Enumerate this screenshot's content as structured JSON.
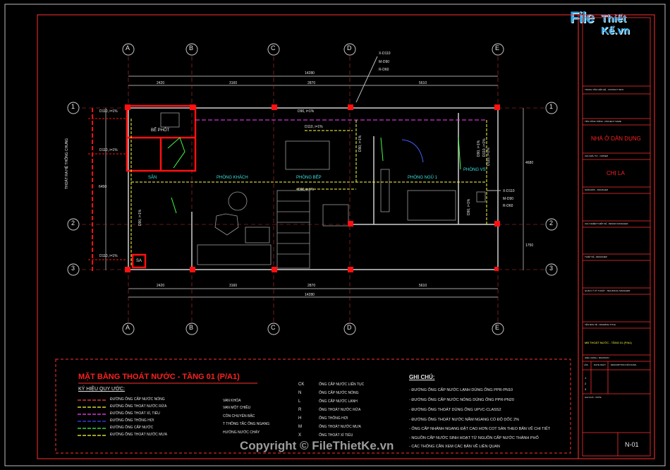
{
  "watermark": {
    "logo_file": "File",
    "logo_rest": "Thiết Kế.vn",
    "copyright": "Copyright © FileThietKe.vn"
  },
  "grid": {
    "columns": [
      "A",
      "B",
      "C",
      "D",
      "E"
    ],
    "rows": [
      "1",
      "2",
      "3"
    ],
    "top_total": "14280",
    "top_dims": [
      "2420",
      "3160",
      "2870",
      "5610"
    ],
    "bottom_total": "14280",
    "bottom_dims": [
      "2420",
      "3160",
      "2870",
      "5610"
    ],
    "right_dims": [
      "4680",
      "1750"
    ],
    "left_dims": [
      "6450"
    ]
  },
  "rooms": {
    "be_phot": "BỂ PHỐT",
    "san": "SÂN",
    "phong_khach": "PHÒNG KHÁCH",
    "phong_bep": "PHÒNG BẾP",
    "phong_ngu": "PHÒNG NGỦ 1",
    "phong_vs": "PHÒNG VS",
    "rear_drain": "THOÁT RA HỆ THỐNG CHUNG"
  },
  "pipe_labels": {
    "d110_a": "D110, i=1%",
    "d90_a": "D90, i=1%",
    "d110_b": "D110, i=1%",
    "d110_c": "D110, i=1%",
    "d110_d": "D110, i=1%",
    "d110_e": "D110, i=1%",
    "d60": "D60, i=1%",
    "d90_b": "D90, i=1%",
    "d90_c": "D90, i=1%",
    "d90_d": "D90, i=1%",
    "d110_f": "D110, i=1%",
    "d90_e": "D90, i=1%",
    "sa": "SA",
    "riser_top": [
      "X-D110",
      "M-D90",
      "R-D60"
    ],
    "riser_right": [
      "X-D110",
      "M-D90",
      "R-D60"
    ]
  },
  "title_block": {
    "company": "TRUNG TÂM LIÊN HỆ - CONTACT INFO",
    "project_label": "TÊN CÔNG TRÌNH - PROJECT NAME",
    "project_name": "NHÀ Ở DÂN DỤNG",
    "owner_label": "CHỦ ĐẦU TƯ - OWNER",
    "owner_name": "CHỊ LA",
    "manager_label": "GIÁM ĐỐC - MANAGER",
    "design_manager_label": "CHỦ NHIỆM THIẾT KẾ - DESIGN MANAGER",
    "designer_label": "THIẾT KẾ - DESIGNER",
    "technical_label": "QUẢN LÝ KỸ THUẬT - TECHNICAL MANAGER",
    "drawing_title_label": "TÊN BẢN VẼ - DRAWING TITLE",
    "drawing_title": "MB THOÁT NƯỚC - TẦNG 01 (P/A1)",
    "revision_label": "HIỆU CHỈNH - REVISION",
    "rev_headers": [
      "LẦN",
      "DATE NGÀY",
      "DESCRIPTION NỘI DUNG"
    ],
    "rev_rows": [
      "1",
      "2",
      "3"
    ],
    "notes_label": "GHI CHÚ - NOTE",
    "sheet_number": "N-01"
  },
  "legend": {
    "title": "MẶT BẰNG THOÁT NƯỚC - TẦNG 01 (P/A1)",
    "subtitle": "KÝ HIỆU QUY ƯỚC:",
    "lines": [
      {
        "label": "ĐƯỜNG ỐNG CẤP NƯỚC NÓNG",
        "color": "#ff4040"
      },
      {
        "label": "ĐƯỜNG ỐNG THOÁT NƯỚC RỬA",
        "color": "#ffff40"
      },
      {
        "label": "ĐƯỜNG ỐNG THOÁT XÍ, TIỂU",
        "color": "#ff40ff"
      },
      {
        "label": "ĐƯỜNG ỐNG THÔNG HƠI",
        "color": "#4040ff"
      },
      {
        "label": "ĐƯỜNG ỐNG CẤP NƯỚC",
        "color": "#40ff40"
      },
      {
        "label": "ĐƯỜNG ỐNG THOÁT NƯỚC MƯA",
        "color": "#ffff40"
      }
    ],
    "symbols": [
      "VAN KHÓA",
      "VAN MỘT CHIỀU",
      "CÔN CHUYỂN BẬC",
      "T THÔNG TẮC ỐNG NGANG",
      "HƯỚNG NƯỚC CHẢY"
    ],
    "codes": [
      {
        "code": "CK",
        "label": "ỐNG CẤP NƯỚC LIÊN TỤC"
      },
      {
        "code": "N",
        "label": "ỐNG CẤP NƯỚC NÓNG"
      },
      {
        "code": "L",
        "label": "ỐNG CẤP NƯỚC LẠNH"
      },
      {
        "code": "R",
        "label": "ỐNG THOÁT NƯỚC RỬA"
      },
      {
        "code": "H",
        "label": "ỐNG THÔNG HƠI"
      },
      {
        "code": "M",
        "label": "ỐNG THOÁT NƯỚC MƯA"
      },
      {
        "code": "X",
        "label": "ỐNG THOÁT XÍ TIỂU"
      }
    ],
    "notes_title": "GHI CHÚ:",
    "notes": [
      "- ĐƯỜNG ỐNG CẤP NƯỚC LẠNH DÙNG ỐNG PPR-PN10",
      "- ĐƯỜNG ỐNG CẤP NƯỚC NÓNG DÙNG ỐNG PPR-PN20",
      "- ĐƯỜNG ỐNG THOÁT DÙNG ỐNG UPVC-CLASS2",
      "- ĐƯỜNG ỐNG THOÁT NƯỚC NẰM NGANG CÓ ĐỘ DỐC 2%",
      "- ỐNG CẤP NHÁNH NGANG ĐẶT CAO HƠN COT SÀN THEO BẢN VẼ CHI TIẾT",
      "- NGUỒN CẤP NƯỚC SINH HOẠT TỪ NGUỒN CẤP NƯỚC THÀNH PHỐ",
      "- CÁC THÔNG CẦN XEM CÁC BẢN VẼ LIÊN QUAN"
    ]
  }
}
